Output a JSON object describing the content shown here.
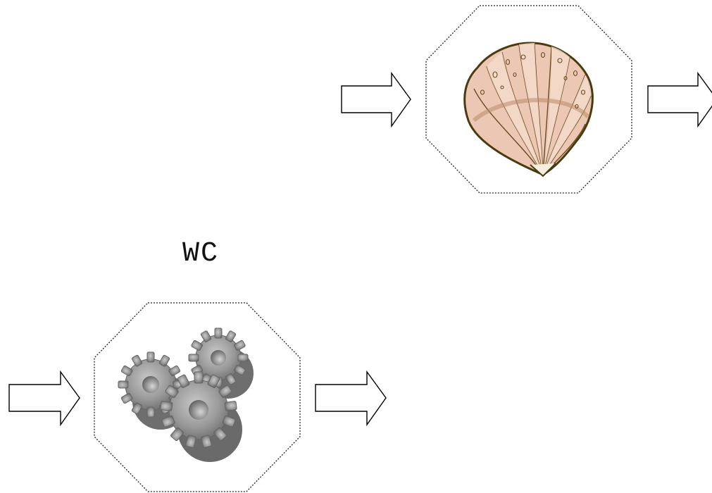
{
  "diagram": {
    "nodes": [
      {
        "id": "shell-node",
        "label": "",
        "icon": "seashell-icon"
      },
      {
        "id": "gears-node",
        "label": "WC",
        "icon": "gears-icon"
      }
    ],
    "arrows": [
      {
        "id": "arrow-into-shell"
      },
      {
        "id": "arrow-out-of-shell"
      },
      {
        "id": "arrow-into-gears"
      },
      {
        "id": "arrow-out-of-gears"
      }
    ],
    "colors": {
      "outline": "#000000",
      "arrow_fill": "#ffffff",
      "shell_fill": "#ecc8b4",
      "shell_stroke": "#4a3a10",
      "gear_fill": "#8c8c8c"
    }
  }
}
